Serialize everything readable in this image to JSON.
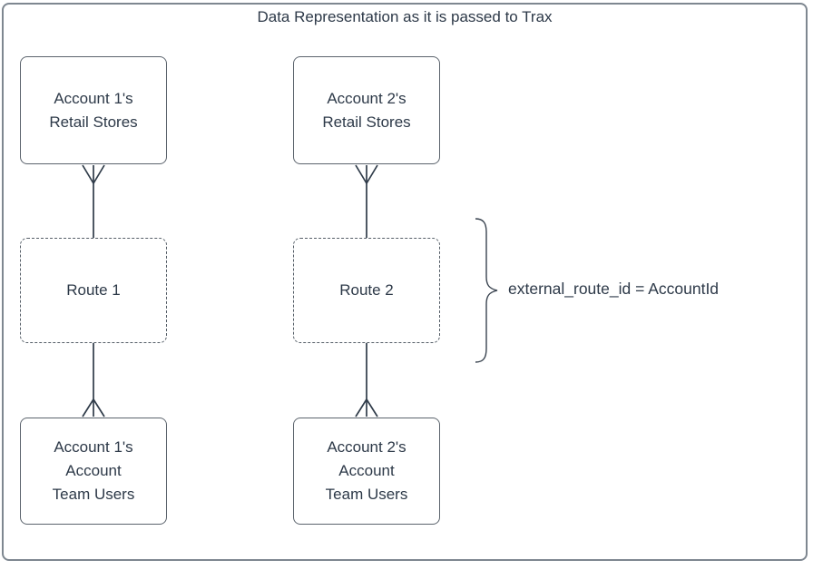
{
  "frame": {
    "title": "Data Representation as it is passed to Trax"
  },
  "nodes": {
    "retail1": {
      "label": "Account 1's\nRetail Stores",
      "style": "solid"
    },
    "retail2": {
      "label": "Account 2's\nRetail Stores",
      "style": "solid"
    },
    "route1": {
      "label": "Route 1",
      "style": "dashed"
    },
    "route2": {
      "label": "Route 2",
      "style": "dashed"
    },
    "team1": {
      "label": "Account 1's\nAccount\nTeam Users",
      "style": "solid"
    },
    "team2": {
      "label": "Account 2's\nAccount\nTeam Users",
      "style": "solid"
    }
  },
  "connectors": [
    {
      "from": "retail1",
      "to": "route1",
      "cardinality_at_from": "many"
    },
    {
      "from": "route1",
      "to": "team1",
      "cardinality_at_to": "many"
    },
    {
      "from": "retail2",
      "to": "route2",
      "cardinality_at_from": "many"
    },
    {
      "from": "route2",
      "to": "team2",
      "cardinality_at_to": "many"
    }
  ],
  "annotation": {
    "label": "external_route_id = AccountId",
    "attached_to": "route2"
  },
  "colors": {
    "text": "#2d3948",
    "line": "#2f3b49",
    "solid_border": "#5c646d",
    "dashed_border": "#555e67",
    "frame_border": "#7e8790",
    "background": "#ffffff"
  }
}
